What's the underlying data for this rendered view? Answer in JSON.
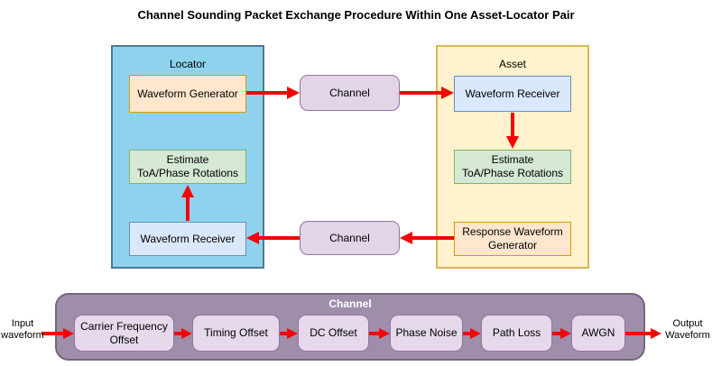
{
  "title": "Channel Sounding Packet Exchange Procedure Within One Asset-Locator Pair",
  "locator": {
    "label": "Locator",
    "waveform_generator": "Waveform Generator",
    "estimate": {
      "line1": "Estimate",
      "line2": "ToA/Phase Rotations"
    },
    "waveform_receiver": "Waveform Receiver"
  },
  "asset": {
    "label": "Asset",
    "waveform_receiver": "Waveform Receiver",
    "estimate": {
      "line1": "Estimate",
      "line2": "ToA/Phase Rotations"
    },
    "response_waveform_generator": {
      "line1": "Response Waveform",
      "line2": "Generator"
    }
  },
  "channels": {
    "top": "Channel",
    "bottom": "Channel"
  },
  "channel_chain": {
    "label": "Channel",
    "input": {
      "line1": "Input",
      "line2": "waveform"
    },
    "output": {
      "line1": "Output",
      "line2": "Waveform"
    },
    "stages": [
      "Carrier Frequency Offset",
      "Timing Offset",
      "DC Offset",
      "Phase Noise",
      "Path Loss",
      "AWGN"
    ]
  },
  "colors": {
    "arrow_red": "#F20505",
    "locator_fill": "#8FD2EE",
    "locator_border": "#4A7A96",
    "asset_fill": "#FFF2CC",
    "asset_border": "#D6B656",
    "generator_fill": "#FFE6CC",
    "generator_border": "#D79B00",
    "estimate_fill": "#D5E8D4",
    "estimate_border": "#82B366",
    "receiver_fill": "#DAE8FC",
    "receiver_border": "#6C8EBF",
    "channel_fill": "#E1D5E7",
    "channel_border": "#9673A6",
    "channel_chain_fill": "#9E8EA9",
    "channel_chain_border": "#75657F"
  }
}
